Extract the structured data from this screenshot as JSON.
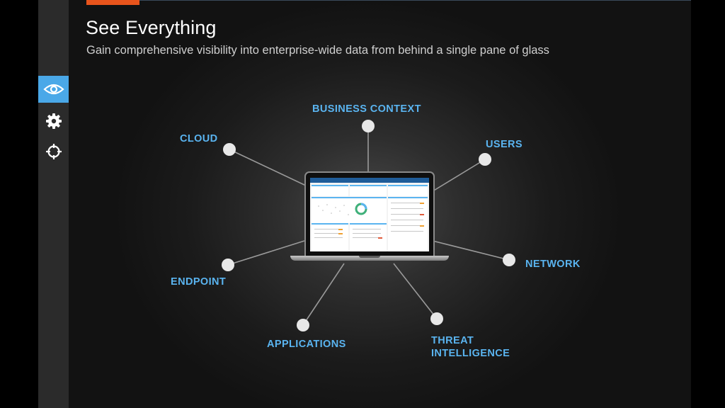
{
  "header": {
    "title": "See Everything",
    "subtitle": "Gain comprehensive visibility into enterprise-wide data from behind a single pane of glass"
  },
  "sidebar": {
    "items": [
      {
        "icon": "eye-icon",
        "active": true
      },
      {
        "icon": "gear-icon",
        "active": false
      },
      {
        "icon": "crosshair-icon",
        "active": false
      }
    ]
  },
  "diagram": {
    "center": "laptop-dashboard",
    "nodes": [
      {
        "id": "business-context",
        "label": "BUSINESS CONTEXT"
      },
      {
        "id": "cloud",
        "label": "CLOUD"
      },
      {
        "id": "users",
        "label": "USERS"
      },
      {
        "id": "network",
        "label": "NETWORK"
      },
      {
        "id": "endpoint",
        "label": "ENDPOINT"
      },
      {
        "id": "applications",
        "label": "APPLICATIONS"
      },
      {
        "id": "threat-intelligence",
        "label": "THREAT\nINTELLIGENCE"
      }
    ]
  },
  "colors": {
    "accent": "#e8541c",
    "label": "#5ab4f0",
    "sidebar_active": "#4aa8e8",
    "node": "#e8e8e8",
    "connector": "#9a9a9a"
  }
}
